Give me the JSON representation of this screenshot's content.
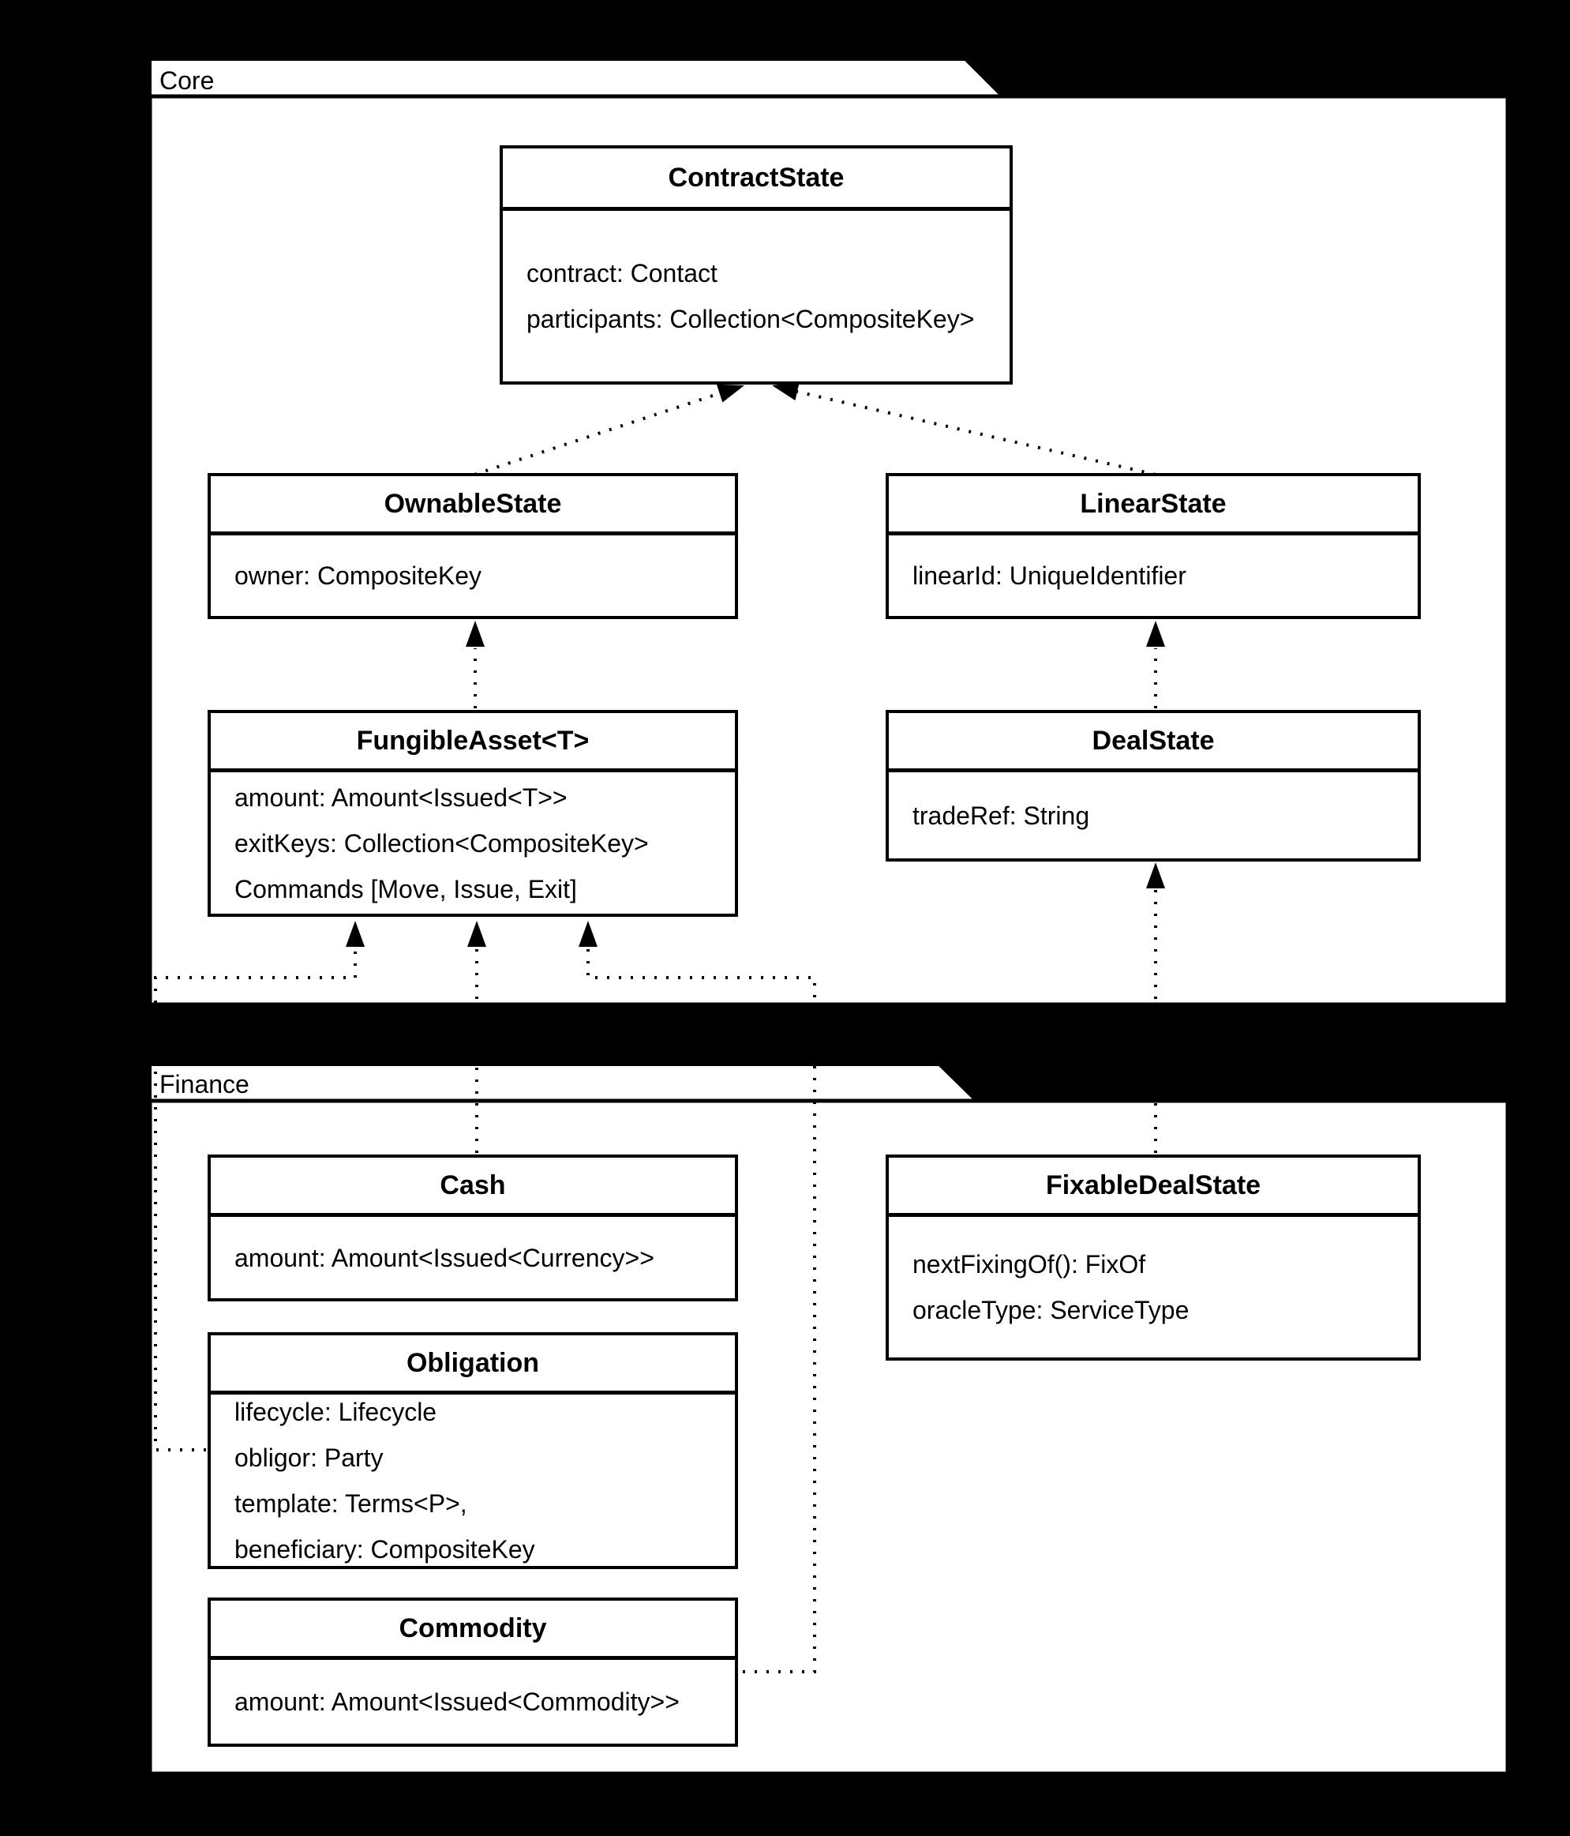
{
  "diagram": {
    "type": "uml-class-diagram",
    "background_color": "#000000",
    "package_fill": "#ffffff",
    "line_color": "#000000"
  },
  "packages": {
    "core": {
      "label": "Core",
      "classes": {
        "contract_state": {
          "name": "ContractState",
          "attrs": [
            "contract: Contact",
            "participants: Collection<CompositeKey>"
          ]
        },
        "ownable_state": {
          "name": "OwnableState",
          "attrs": [
            "owner: CompositeKey"
          ]
        },
        "linear_state": {
          "name": "LinearState",
          "attrs": [
            "linearId: UniqueIdentifier"
          ]
        },
        "fungible_asset": {
          "name": "FungibleAsset<T>",
          "attrs": [
            "amount: Amount<Issued<T>>",
            "exitKeys: Collection<CompositeKey>",
            "Commands [Move, Issue, Exit]"
          ]
        },
        "deal_state": {
          "name": "DealState",
          "attrs": [
            "tradeRef: String"
          ]
        }
      }
    },
    "finance": {
      "label": "Finance",
      "classes": {
        "cash": {
          "name": "Cash",
          "attrs": [
            "amount: Amount<Issued<Currency>>"
          ]
        },
        "obligation": {
          "name": "Obligation",
          "attrs": [
            "lifecycle: Lifecycle",
            "obligor: Party",
            "template: Terms<P>,",
            "beneficiary: CompositeKey"
          ]
        },
        "commodity": {
          "name": "Commodity",
          "attrs": [
            "amount: Amount<Issued<Commodity>>"
          ]
        },
        "fixable_deal_state": {
          "name": "FixableDealState",
          "attrs": [
            "nextFixingOf(): FixOf",
            "oracleType: ServiceType"
          ]
        }
      }
    }
  },
  "relations": [
    {
      "from": "OwnableState",
      "to": "ContractState",
      "style": "dotted-arrow"
    },
    {
      "from": "LinearState",
      "to": "ContractState",
      "style": "dotted-arrow"
    },
    {
      "from": "FungibleAsset<T>",
      "to": "OwnableState",
      "style": "dotted-arrow"
    },
    {
      "from": "DealState",
      "to": "LinearState",
      "style": "dotted-arrow"
    },
    {
      "from": "Cash",
      "to": "FungibleAsset<T>",
      "style": "dotted-arrow"
    },
    {
      "from": "Obligation",
      "to": "FungibleAsset<T>",
      "style": "dotted-arrow"
    },
    {
      "from": "Commodity",
      "to": "FungibleAsset<T>",
      "style": "dotted-arrow"
    },
    {
      "from": "FixableDealState",
      "to": "DealState",
      "style": "dotted-arrow"
    }
  ]
}
